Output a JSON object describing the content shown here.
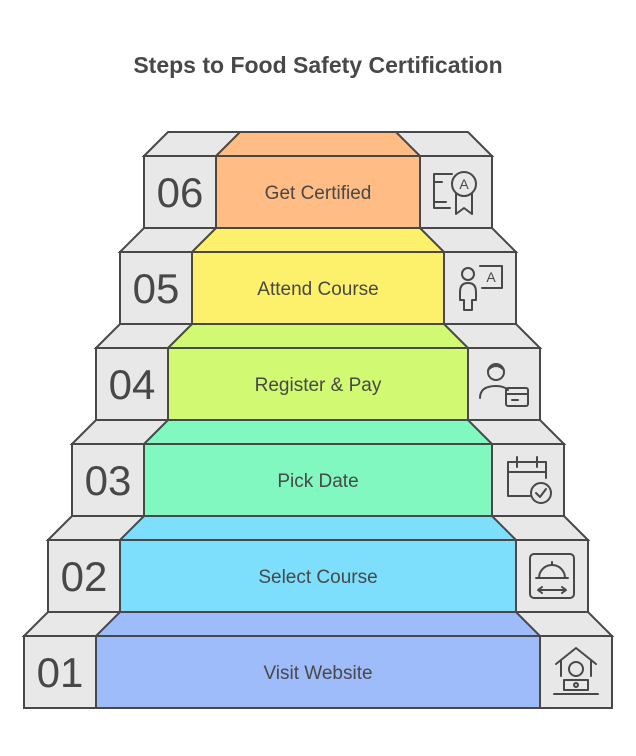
{
  "title": "Steps to Food Safety Certification",
  "steps": [
    {
      "number": "01",
      "label": "Visit Website",
      "color": "#9ebcfa",
      "icon": "house-laptop-icon"
    },
    {
      "number": "02",
      "label": "Select Course",
      "color": "#7edffc",
      "icon": "food-cloche-icon"
    },
    {
      "number": "03",
      "label": "Pick Date",
      "color": "#80f8c0",
      "icon": "calendar-check-icon"
    },
    {
      "number": "04",
      "label": "Register & Pay",
      "color": "#d1f972",
      "icon": "user-card-icon"
    },
    {
      "number": "05",
      "label": "Attend Course",
      "color": "#fdf06a",
      "icon": "student-board-icon"
    },
    {
      "number": "06",
      "label": "Get Certified",
      "color": "#ffbd85",
      "icon": "certificate-badge-icon"
    }
  ],
  "colors": {
    "side": "#e8e8e8",
    "stroke": "#484848",
    "text": "#484848"
  }
}
